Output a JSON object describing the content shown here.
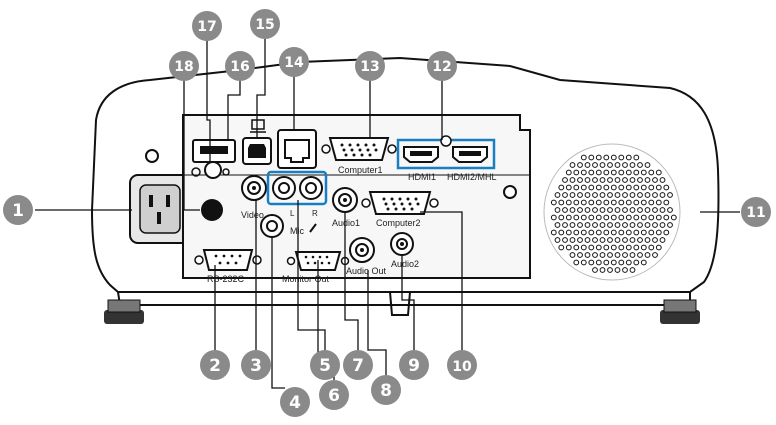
{
  "colors": {
    "callout_fill": "#8a8a8a",
    "highlight": "#1a7fc0",
    "body_outline": "#111111",
    "panel_fill": "#f2f2f2"
  },
  "labels": {
    "computer1": "Computer1",
    "computer2": "Computer2",
    "hdmi1": "HDMI1",
    "hdmi2": "HDMI2/MHL",
    "rs232c": "RS-232C",
    "video": "Video",
    "l": "L",
    "r": "R",
    "mic": "Mic",
    "audio1": "Audio1",
    "audio2": "Audio2",
    "monitor_out": "Monitor Out",
    "audio_out": "Audio Out"
  },
  "callouts": [
    "1",
    "2",
    "3",
    "4",
    "5",
    "6",
    "7",
    "8",
    "9",
    "10",
    "11",
    "12",
    "13",
    "14",
    "15",
    "16",
    "17",
    "18"
  ],
  "icons": {
    "usb_b_symbol": "monitor-icon",
    "speaker_grille": "speaker-grille-icon",
    "mic_symbol": "microphone-icon"
  }
}
